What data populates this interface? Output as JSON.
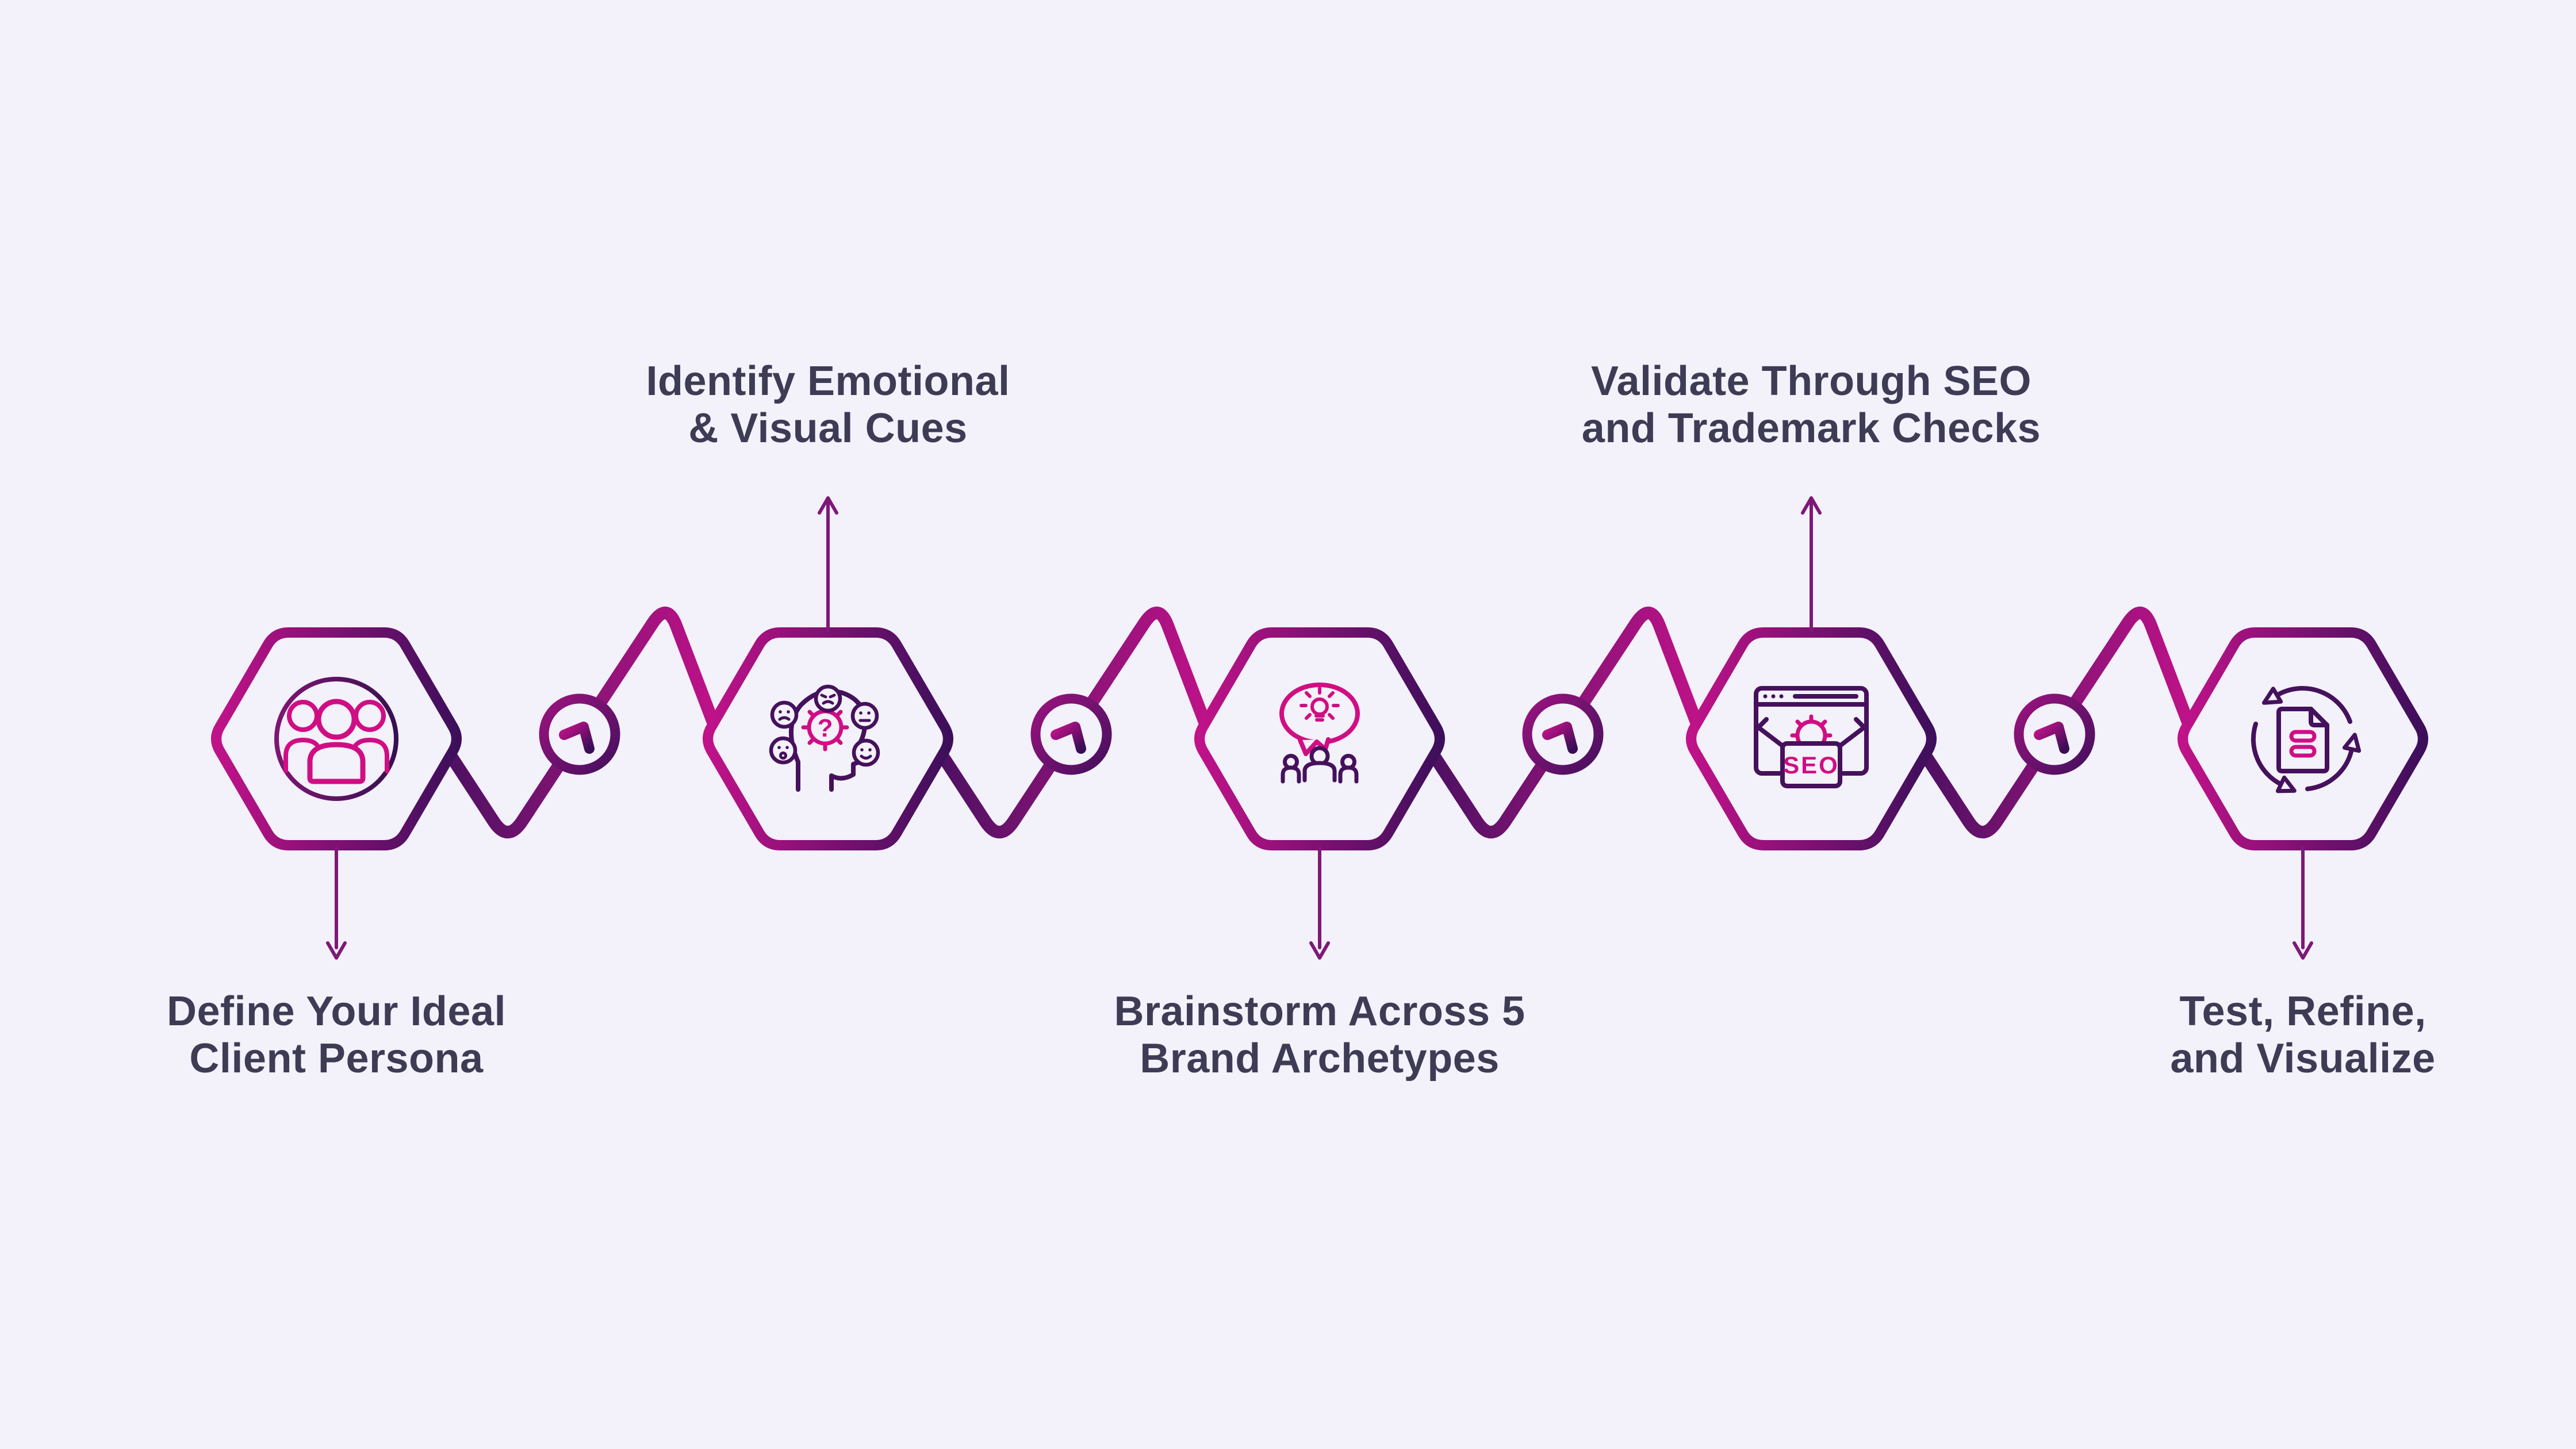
{
  "diagram": {
    "type": "process-flow-infographic",
    "background_color": "#F3F1FA",
    "accent_magenta": "#C01289",
    "accent_dark_purple": "#3D0F5B",
    "text_color": "#3E3C55",
    "label_arrow_color": "#7E1878",
    "connector_icon": "chevron-up-right-icon"
  },
  "steps": [
    {
      "label": "Define Your Ideal\nClient Persona",
      "label_position": "below",
      "icon": "people-group-icon"
    },
    {
      "label": "Identify Emotional\n& Visual Cues",
      "label_position": "above",
      "icon": "head-gear-emotions-icon",
      "icon_text": "?"
    },
    {
      "label": "Brainstorm Across 5\nBrand Archetypes",
      "label_position": "below",
      "icon": "idea-speech-bubble-team-icon"
    },
    {
      "label": "Validate Through SEO\nand Trademark Checks",
      "label_position": "above",
      "icon": "seo-browser-box-icon",
      "icon_text": "SEO"
    },
    {
      "label": "Test, Refine,\nand Visualize",
      "label_position": "below",
      "icon": "document-refresh-icon"
    }
  ]
}
